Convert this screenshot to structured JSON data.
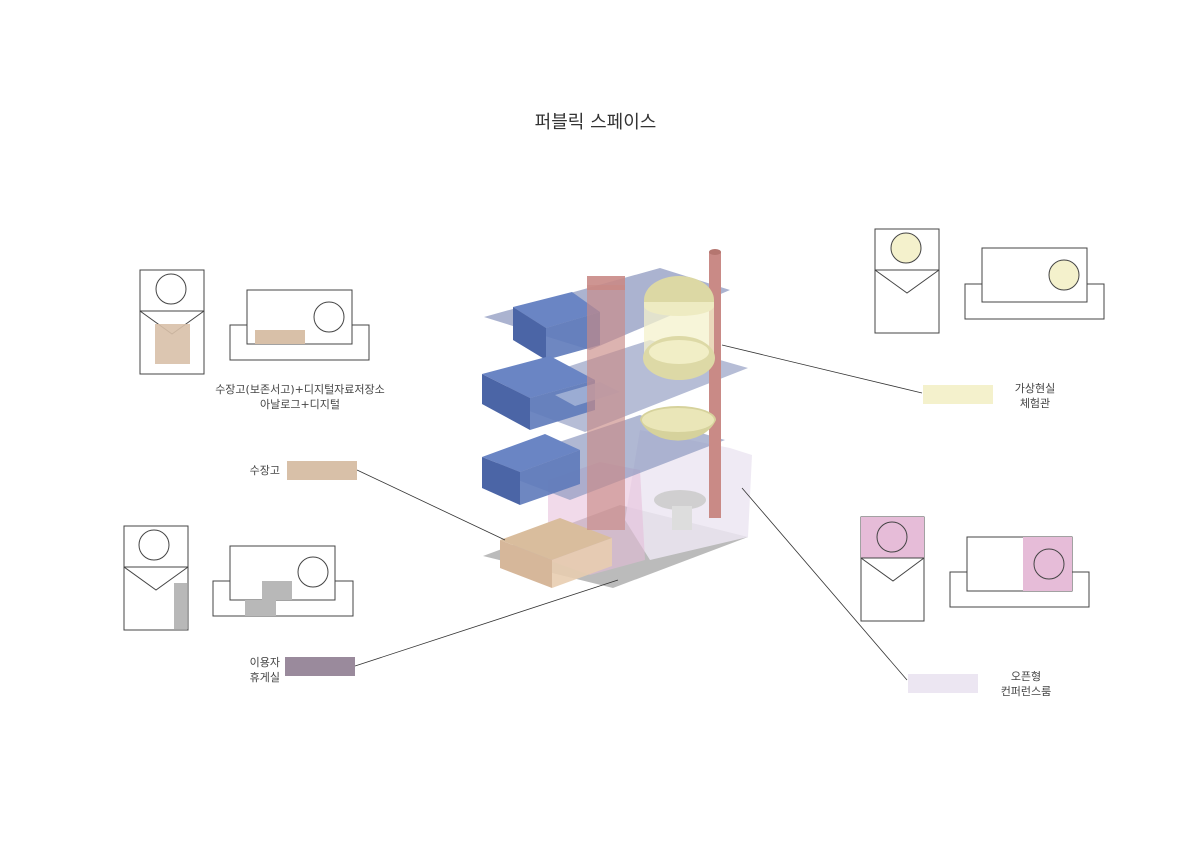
{
  "title": "퍼블릭 스페이스",
  "legend": {
    "archive": {
      "line1": "수장고(보존서고)+디지털자료저장소",
      "line2": "아날로그+디지털"
    },
    "storage": {
      "label": "수장고",
      "color": "#d8c0a8"
    },
    "lounge": {
      "line1": "이용자",
      "line2": "휴게실",
      "color": "#9a8a9c"
    },
    "vr": {
      "line1": "가상현실",
      "line2": "체험관",
      "color": "#f4f1cc"
    },
    "conference": {
      "line1": "오픈형",
      "line2": "컨퍼런스룸",
      "color": "#ece6f2"
    }
  },
  "colors": {
    "blue": "#5a73b0",
    "slab": "#8f9ac0",
    "column": "#c98a86",
    "sphere": "#ddd9a6",
    "pink": "#e6bcd8",
    "gray": "#b8b8b8"
  }
}
